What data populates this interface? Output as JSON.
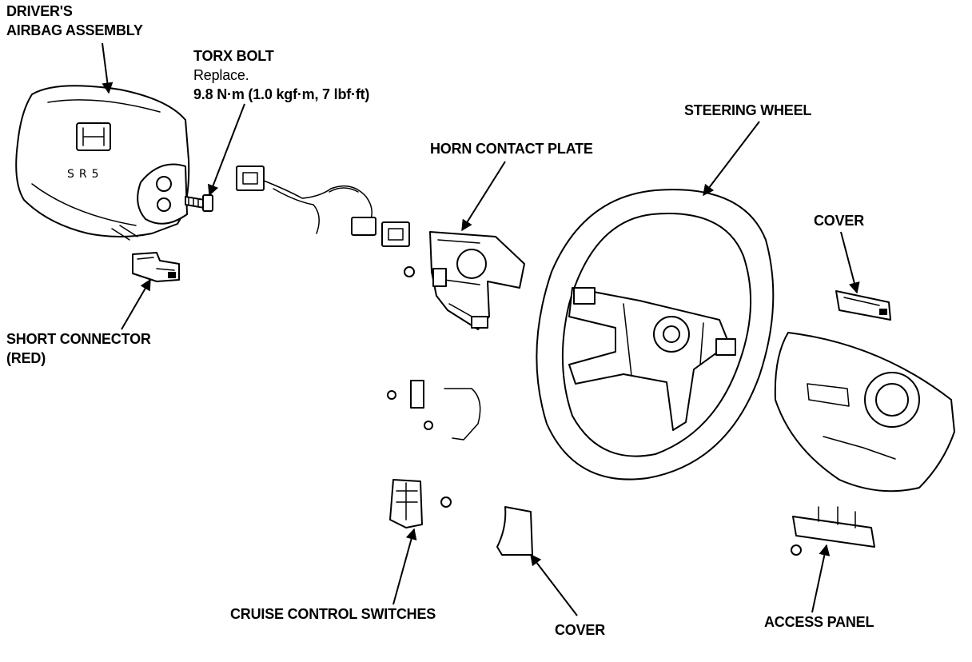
{
  "labels": {
    "airbag_line1": "DRIVER'S",
    "airbag_line2": "AIRBAG ASSEMBLY",
    "torx_title": "TORX BOLT",
    "torx_replace": "Replace.",
    "torx_torque": "9.8 N·m (1.0 kgf·m, 7 lbf·ft)",
    "steering_wheel": "STEERING WHEEL",
    "horn_contact_plate": "HORN CONTACT PLATE",
    "cover_right": "COVER",
    "short_connector_line1": "SHORT CONNECTOR",
    "short_connector_line2": "(RED)",
    "cruise_control": "CRUISE CONTROL SWITCHES",
    "cover_bottom": "COVER",
    "access_panel": "ACCESS PANEL"
  },
  "airbag_badge": "SR5"
}
